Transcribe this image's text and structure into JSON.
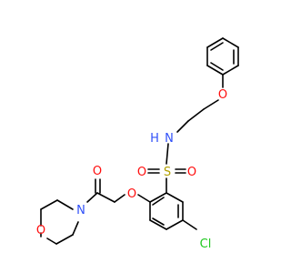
{
  "molecule": {
    "atoms": [
      {
        "id": "o_morph",
        "element": "O",
        "text": "O",
        "color": "#ff0d0d"
      },
      {
        "id": "n_morph",
        "element": "N",
        "text": "N",
        "color": "#3050f8"
      },
      {
        "id": "o_keto",
        "element": "O",
        "text": "O",
        "color": "#ff0d0d"
      },
      {
        "id": "o_ether2",
        "element": "O",
        "text": "O",
        "color": "#ff0d0d"
      },
      {
        "id": "s",
        "element": "S",
        "text": "S",
        "color": "#b2a000"
      },
      {
        "id": "o_s1",
        "element": "O",
        "text": "O",
        "color": "#ff0d0d"
      },
      {
        "id": "o_s2",
        "element": "O",
        "text": "O",
        "color": "#ff0d0d"
      },
      {
        "id": "n_amide",
        "element": "N",
        "text": "N",
        "color": "#3050f8"
      },
      {
        "id": "h_amide",
        "element": "H",
        "text": "H",
        "color": "#3050f8"
      },
      {
        "id": "o_ether1",
        "element": "O",
        "text": "O",
        "color": "#ff0d0d"
      },
      {
        "id": "cl",
        "element": "Cl",
        "text": "Cl",
        "color": "#1ec81e"
      }
    ],
    "bond_color": "#000000"
  }
}
